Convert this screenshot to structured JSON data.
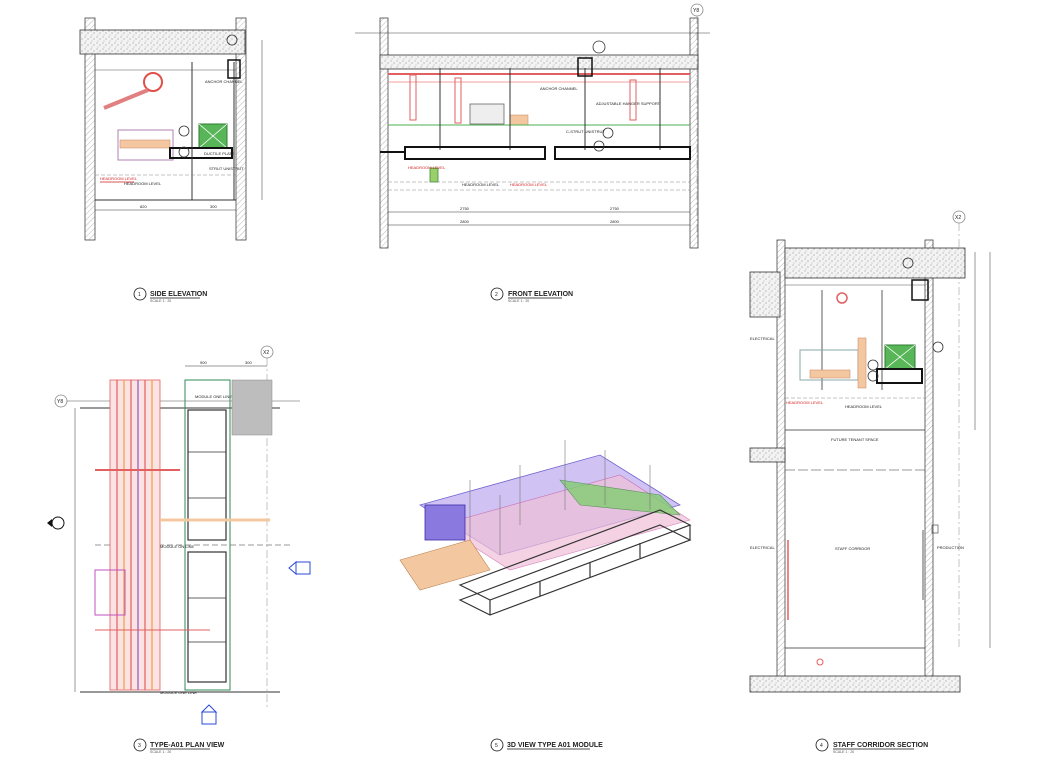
{
  "sheet": {
    "views": [
      {
        "number": "1",
        "title": "SIDE ELEVATION",
        "scale": "SCALE 1 : 20"
      },
      {
        "number": "2",
        "title": "FRONT ELEVATION",
        "scale": "SCALE 1 : 20"
      },
      {
        "number": "3",
        "title": "TYPE-A01 PLAN VIEW",
        "scale": "SCALE 1 : 20"
      },
      {
        "number": "5",
        "title": "3D VIEW TYPE A01 MODULE",
        "scale": ""
      },
      {
        "number": "4",
        "title": "STAFF CORRIDOR SECTION",
        "scale": "SCALE 1 : 20"
      }
    ],
    "grids": {
      "y8_top": "Y8",
      "x2_right": "X2",
      "x2_plan": "X2",
      "y8_plan": "Y8"
    },
    "side_elevation": {
      "labels": {
        "anchor_channel": "ANCHOR CHANNEL",
        "ductile_plate": "DUCTILE PLATE",
        "strut_unistrut": "STRUT UNISTRUT",
        "headroom_level": "HEADROOM LEVEL",
        "headroom_red": "HEADROOM LEVEL"
      },
      "dims": [
        "820",
        "300"
      ]
    },
    "front_elevation": {
      "labels": {
        "anchor_channel": "ANCHOR CHANNEL",
        "adjustable_hanger": "ADJUSTABLE HANGER SUPPORT",
        "c_strut": "C-STRUT UNISTRUT",
        "headroom_level": "HEADROOM LEVEL",
        "headroom_red_left": "HEADROOM LEVEL",
        "headroom_red_right": "HEADROOM LEVEL"
      },
      "dims": [
        "2750",
        "2750",
        "2800",
        "2800"
      ]
    },
    "plan_view": {
      "labels": {
        "module_line_top": "MODULE ONE LINE",
        "module_line_mid": "MODULE ON LINE",
        "module_line_bottom": "MODULE ONE LINE"
      },
      "dims": [
        "900",
        "300"
      ]
    },
    "corridor_section": {
      "labels": {
        "electrical_top": "ELECTRICAL",
        "electrical_bottom": "ELECTRICAL",
        "future_tenant": "FUTURE TENANT SPACE",
        "staff_corridor": "STAFF CORRIDOR",
        "production": "PRODUCTION",
        "headroom_level": "HEADROOM LEVEL",
        "headroom_red": "HEADROOM LEVEL"
      }
    }
  }
}
